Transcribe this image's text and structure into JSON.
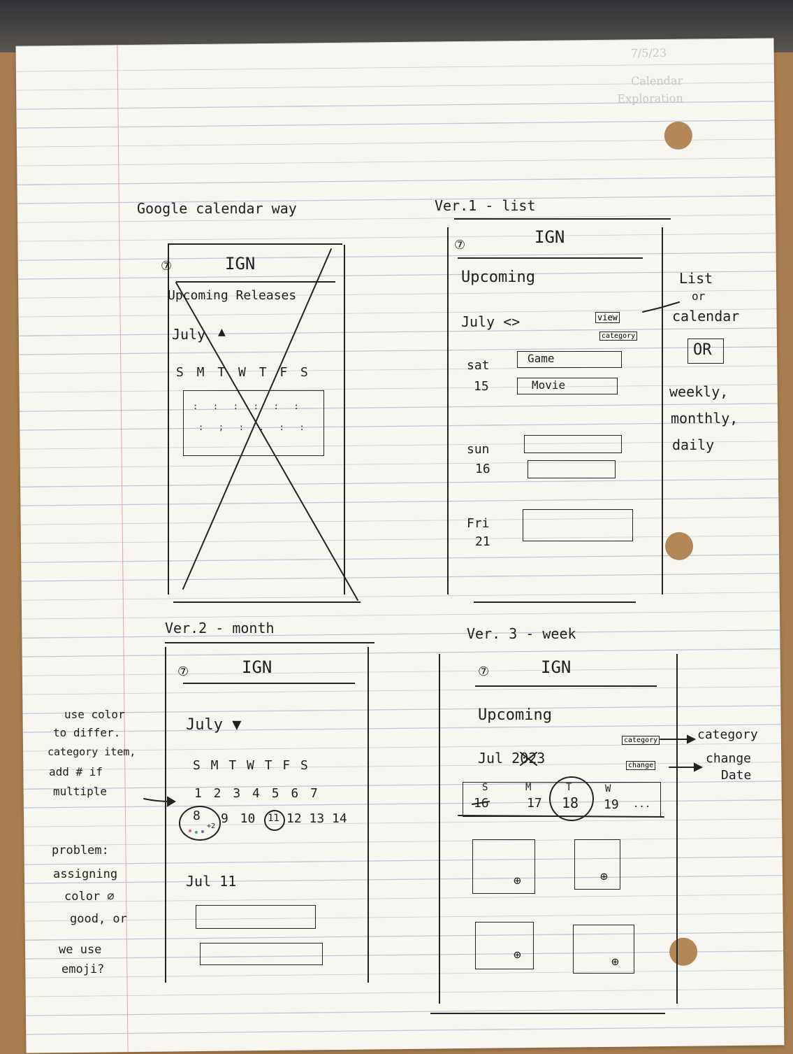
{
  "background": {
    "corner_note_1": "7/5/23",
    "corner_note_2": "Calendar",
    "corner_note_3": "Exploration"
  },
  "sketch_google": {
    "heading": "Google calendar way",
    "logo": "IGN",
    "menu_glyph": "⑦",
    "title": "Upcoming Releases",
    "month": "July",
    "weekdays": "S M T W T F S"
  },
  "sketch_v1": {
    "heading": "Ver.1 - list",
    "logo": "IGN",
    "menu_glyph": "⑦",
    "title": "Upcoming",
    "month": "July <>",
    "view_btn": "view",
    "category_btn": "category",
    "day1_name": "sat",
    "day1_num": "15",
    "item_game": "Game",
    "item_movie": "Movie",
    "day2_name": "sun",
    "day2_num": "16",
    "day3_name": "Fri",
    "day3_num": "21",
    "note_list": "List",
    "note_or": "or",
    "note_calendar": "calendar",
    "note_OR": "OR",
    "note_weekly": "weekly,",
    "note_monthly": "monthly,",
    "note_daily": "daily"
  },
  "sketch_v2": {
    "heading": "Ver.2 - month",
    "logo": "IGN",
    "menu_glyph": "⑦",
    "month": "July ▼",
    "weekdays": "S M T W T F S",
    "week1": "1 2 3 4 5 6 7",
    "day8": "8",
    "plus2": "+2",
    "week2_rest": "9  10",
    "day11": "11",
    "week2_end": "12 13 14",
    "selected_day": "Jul 11",
    "note_l1": "use color",
    "note_l2": "to differ.",
    "note_l3": "category item,",
    "note_l4": "add # if",
    "note_l5": "multiple",
    "problem_l1": "problem:",
    "problem_l2": "assigning",
    "problem_l3": "color ∅",
    "problem_l4": "good, or",
    "problem_l5": "we use",
    "problem_l6": "emoji?"
  },
  "sketch_v3": {
    "heading": "Ver. 3 - week",
    "logo": "IGN",
    "menu_glyph": "⑦",
    "title": "Upcoming",
    "month": "Jul 2023",
    "category_btn": "category",
    "change_btn": "change",
    "note_category": "category",
    "note_change": "change",
    "note_date": "Date",
    "d1_letter": "S",
    "d1_num": "16",
    "d2_letter": "M",
    "d2_num": "17",
    "d3_letter": "T",
    "d3_num": "18",
    "d4_letter": "W",
    "d4_num": "19",
    "ellipsis": "...",
    "add_glyph": "⊕"
  }
}
